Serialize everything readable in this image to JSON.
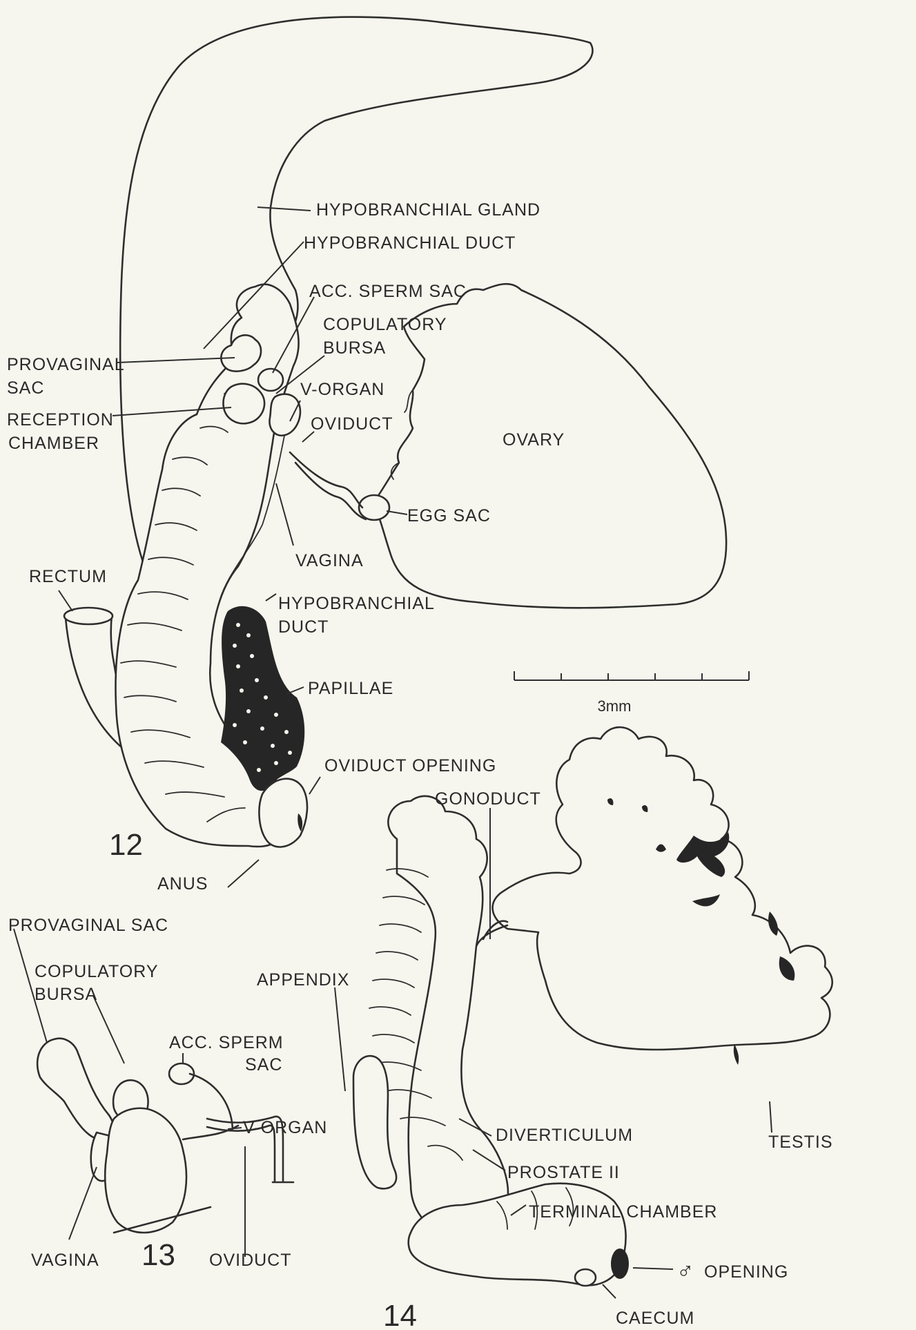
{
  "figure_numbers": {
    "fig12": "12",
    "fig13": "13",
    "fig14": "14"
  },
  "scale_bar": {
    "label": "3mm"
  },
  "labels": {
    "fig12": {
      "hypobranchial_gland": "HYPOBRANCHIAL  GLAND",
      "hypobranchial_duct_top": "HYPOBRANCHIAL  DUCT",
      "acc_sperm_sac": "ACC.  SPERM  SAC",
      "copulatory_bursa_1": "COPULATORY",
      "copulatory_bursa_2": "BURSA",
      "provaginal_sac_1": "PROVAGINAL",
      "provaginal_sac_2": "SAC",
      "v_organ": "V-ORGAN",
      "reception_chamber_1": "RECEPTION",
      "reception_chamber_2": "CHAMBER",
      "oviduct": "OVIDUCT",
      "ovary": "OVARY",
      "egg_sac": "EGG  SAC",
      "vagina": "VAGINA",
      "rectum": "RECTUM",
      "hypobranchial_duct_low_1": "HYPOBRANCHIAL",
      "hypobranchial_duct_low_2": "DUCT",
      "papillae": "PAPILLAE",
      "oviduct_opening": "OVIDUCT  OPENING",
      "anus": "ANUS"
    },
    "fig13": {
      "provaginal_sac": "PROVAGINAL  SAC",
      "copulatory_bursa_1": "COPULATORY",
      "copulatory_bursa_2": "BURSA",
      "acc_sperm_sac_1": "ACC.  SPERM",
      "acc_sperm_sac_2": "SAC",
      "v_organ": "V-ORGAN",
      "vagina": "VAGINA",
      "oviduct": "OVIDUCT"
    },
    "fig14": {
      "gonoduct": "GONODUCT",
      "appendix": "APPENDIX",
      "diverticulum": "DIVERTICULUM",
      "prostate_ii": "PROSTATE  II",
      "terminal_chamber": "TERMINAL  CHAMBER",
      "male_symbol": "♂",
      "male_opening": "OPENING",
      "caecum": "CAECUM",
      "testis": "TESTIS"
    }
  },
  "colors": {
    "ink": "#2e2e2e",
    "paper": "#f6f6ee",
    "stipple": "#262626"
  }
}
